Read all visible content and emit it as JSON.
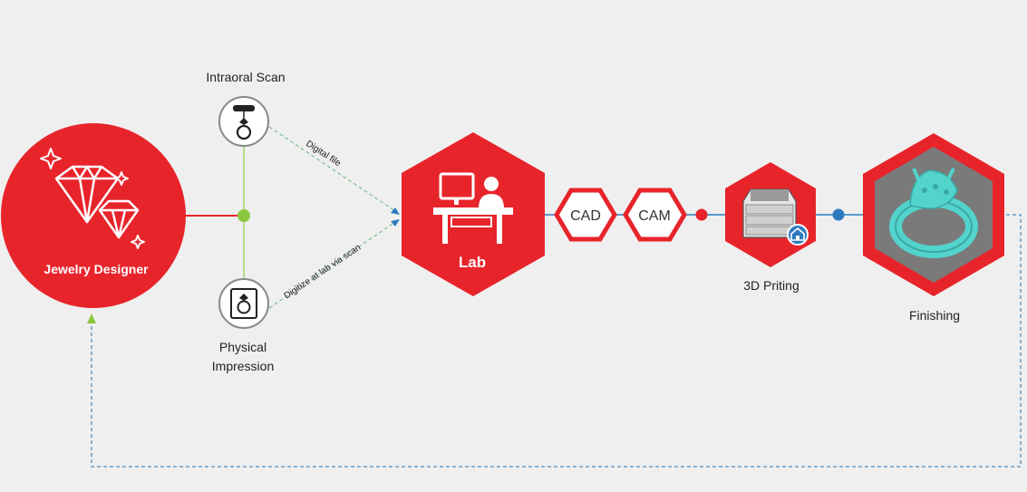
{
  "nodes": {
    "jewelry_designer": {
      "label": "Jewelry Designer",
      "icon": "gems-icon"
    },
    "intraoral_scan": {
      "label": "Intraoral Scan",
      "icon": "scanner-ring-icon"
    },
    "physical_impression": {
      "label_line1": "Physical",
      "label_line2": "Impression",
      "icon": "impression-ring-icon"
    },
    "lab": {
      "label": "Lab",
      "icon": "lab-desk-icon"
    },
    "cad": {
      "label": "CAD"
    },
    "cam": {
      "label": "CAM"
    },
    "printing": {
      "label": "3D Priting",
      "icon": "3d-printer-icon"
    },
    "finishing": {
      "label": "Finishing",
      "icon": "printed-ring-icon"
    }
  },
  "edges": {
    "digital_file": "Digital file",
    "digitize": "Digitize at lab via scan"
  },
  "colors": {
    "accent_red": "#e8242b",
    "connector_green": "#8cc63f",
    "flow_blue": "#2c7bc0",
    "background": "#efefef",
    "resin_teal": "#52d3cc"
  }
}
